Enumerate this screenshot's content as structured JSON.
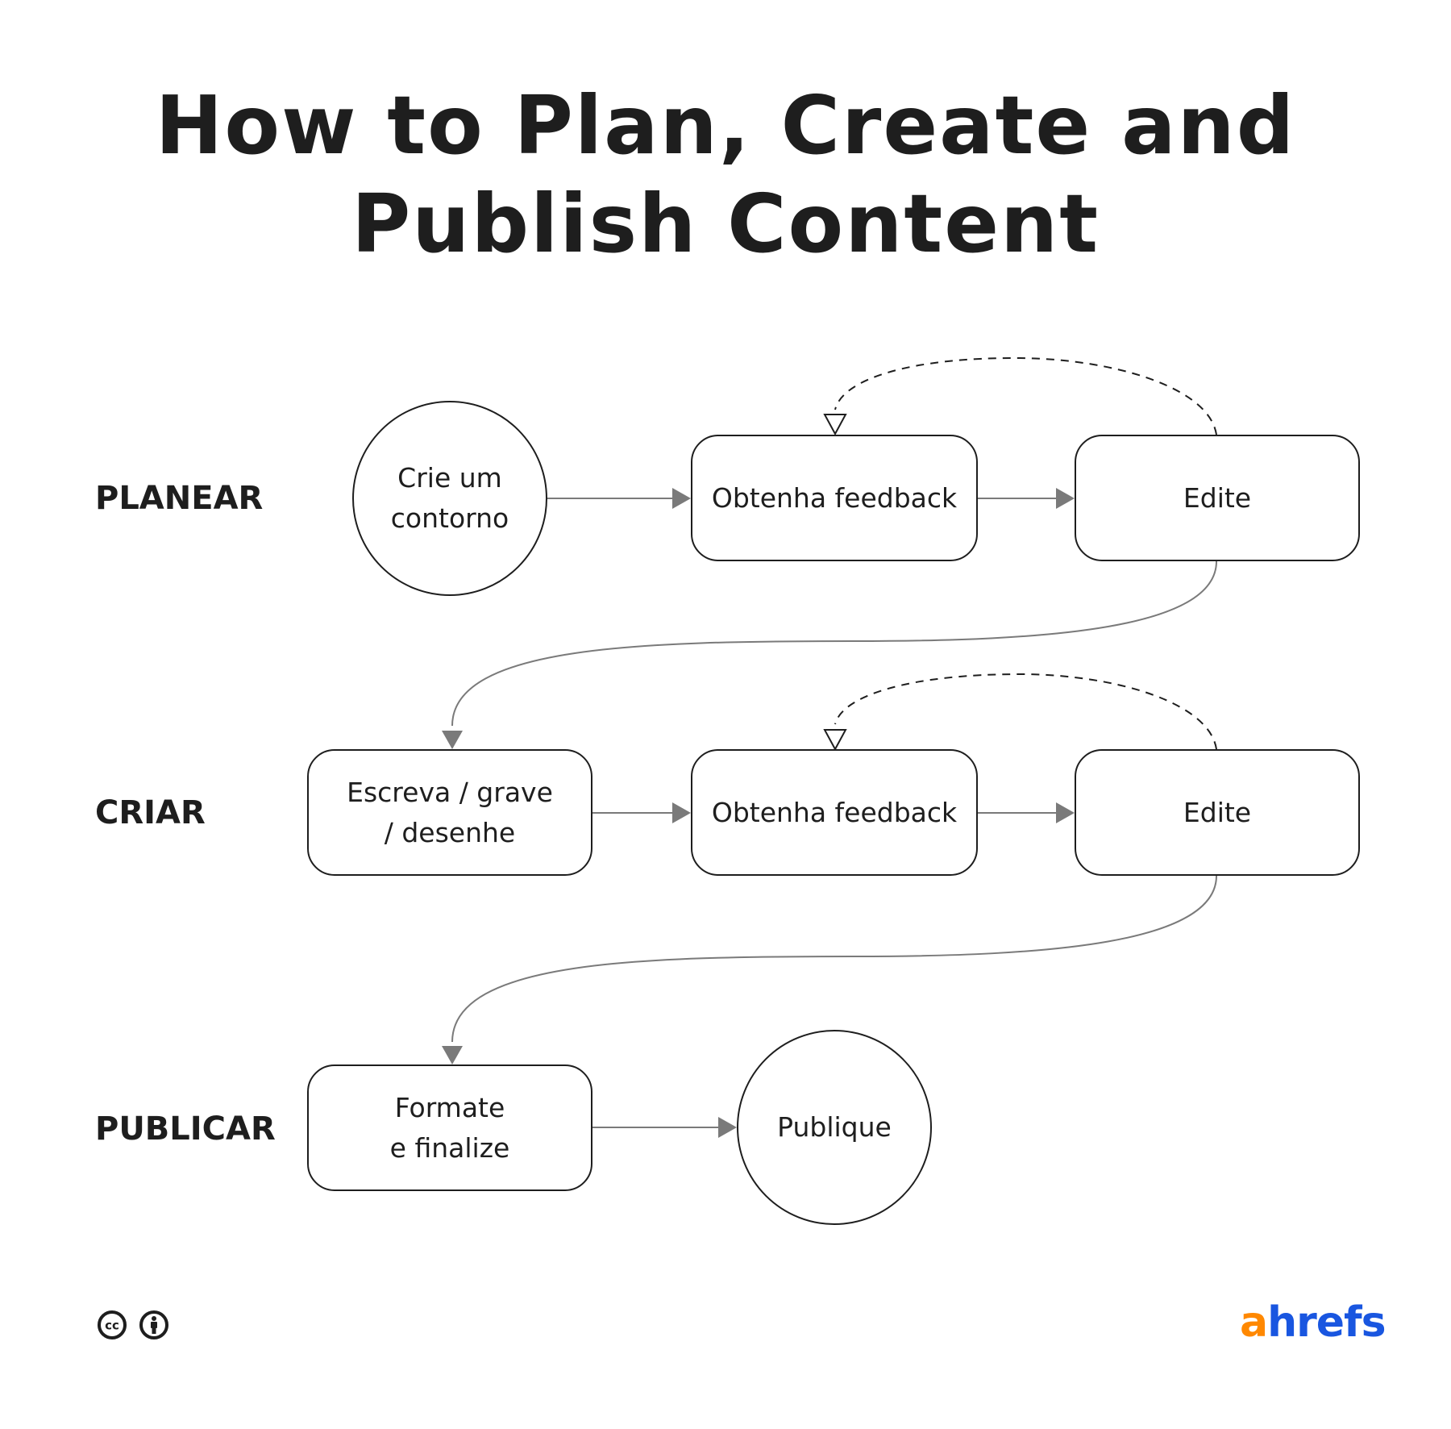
{
  "title": {
    "line1": "How to Plan, Create and",
    "line2": "Publish Content"
  },
  "stages": [
    {
      "label": "PLANEAR"
    },
    {
      "label": "CRIAR"
    },
    {
      "label": "PUBLICAR"
    }
  ],
  "nodes": {
    "plan_outline": {
      "line1": "Crie um",
      "line2": "contorno",
      "shape": "circle"
    },
    "plan_feedback": {
      "line1": "Obtenha feedback",
      "shape": "rounded-rect"
    },
    "plan_edit": {
      "line1": "Edite",
      "shape": "rounded-rect"
    },
    "create_write": {
      "line1": "Escreva / grave",
      "line2": "/ desenhe",
      "shape": "rounded-rect"
    },
    "create_feedback": {
      "line1": "Obtenha feedback",
      "shape": "rounded-rect"
    },
    "create_edit": {
      "line1": "Edite",
      "shape": "rounded-rect"
    },
    "publish_format": {
      "line1": "Formate",
      "line2": "e finalize",
      "shape": "rounded-rect"
    },
    "publish_publish": {
      "line1": "Publique",
      "shape": "circle"
    }
  },
  "edges": [
    {
      "from": "plan_outline",
      "to": "plan_feedback",
      "style": "solid"
    },
    {
      "from": "plan_feedback",
      "to": "plan_edit",
      "style": "solid"
    },
    {
      "from": "plan_edit",
      "to": "plan_feedback",
      "style": "dashed"
    },
    {
      "from": "plan_edit",
      "to": "create_write",
      "style": "solid"
    },
    {
      "from": "create_write",
      "to": "create_feedback",
      "style": "solid"
    },
    {
      "from": "create_feedback",
      "to": "create_edit",
      "style": "solid"
    },
    {
      "from": "create_edit",
      "to": "create_feedback",
      "style": "dashed"
    },
    {
      "from": "create_edit",
      "to": "publish_format",
      "style": "solid"
    },
    {
      "from": "publish_format",
      "to": "publish_publish",
      "style": "solid"
    }
  ],
  "footer": {
    "license_icons": [
      "creative-commons-icon",
      "attribution-icon"
    ],
    "brand": {
      "a": "a",
      "rest": "hrefs",
      "colors": {
        "a": "#ff8800",
        "rest": "#1956e0"
      }
    }
  },
  "colors": {
    "text": "#1e1e1e",
    "connector": "#7a7a7a",
    "background": "#ffffff"
  }
}
